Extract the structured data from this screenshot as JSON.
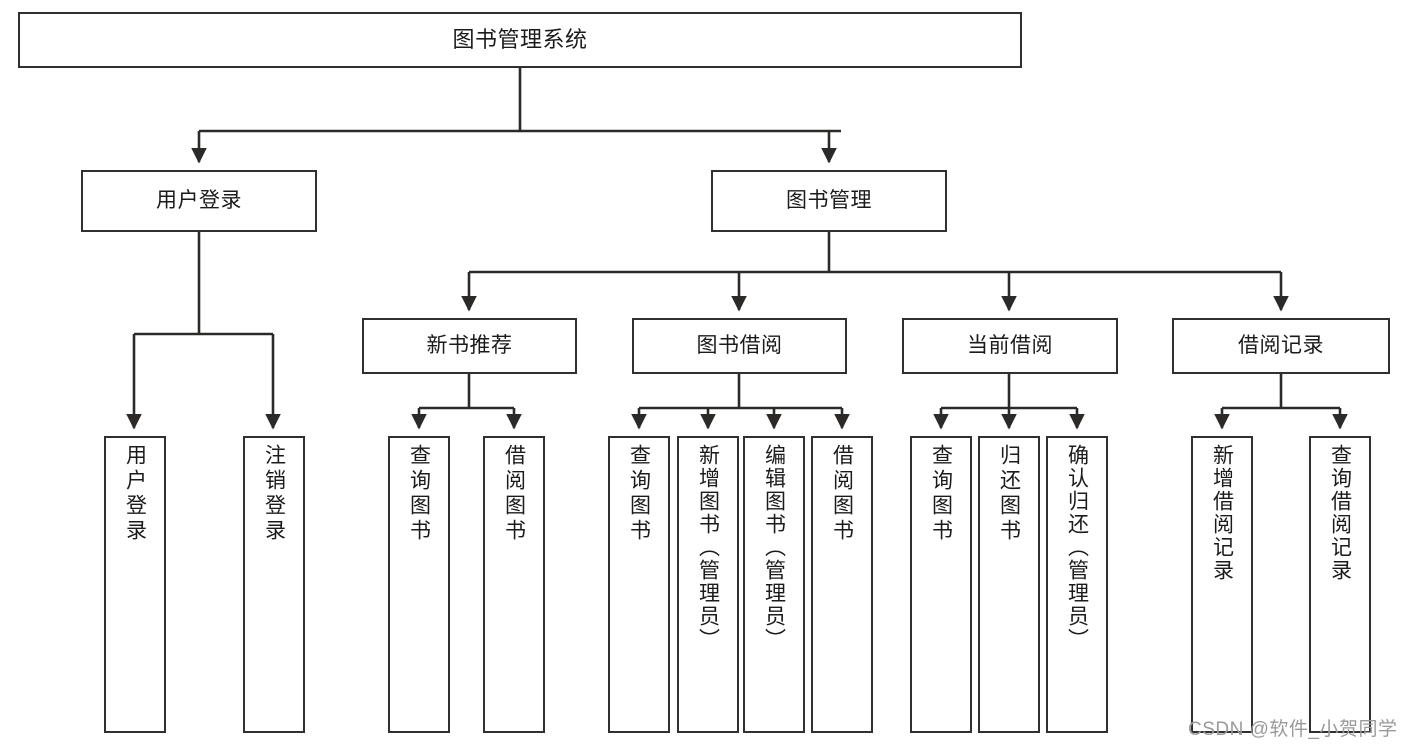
{
  "diagram": {
    "title": "图书管理系统",
    "type": "hierarchy-tree",
    "root": {
      "id": "root",
      "label": "图书管理系统"
    },
    "level2": [
      {
        "id": "user-login",
        "label": "用户登录"
      },
      {
        "id": "book-manage",
        "label": "图书管理"
      }
    ],
    "level3": [
      {
        "id": "new-book-recommend",
        "label": "新书推荐",
        "parent": "book-manage"
      },
      {
        "id": "book-borrow",
        "label": "图书借阅",
        "parent": "book-manage"
      },
      {
        "id": "current-borrow",
        "label": "当前借阅",
        "parent": "book-manage"
      },
      {
        "id": "borrow-record",
        "label": "借阅记录",
        "parent": "book-manage"
      }
    ],
    "leaves": [
      {
        "id": "leaf-user-login",
        "label": "用户登录",
        "parent": "user-login"
      },
      {
        "id": "leaf-logout-login",
        "label": "注销登录",
        "parent": "user-login"
      },
      {
        "id": "leaf-query-book-1",
        "label": "查询图书",
        "parent": "new-book-recommend"
      },
      {
        "id": "leaf-borrow-book-1",
        "label": "借阅图书",
        "parent": "new-book-recommend"
      },
      {
        "id": "leaf-query-book-2",
        "label": "查询图书",
        "parent": "book-borrow"
      },
      {
        "id": "leaf-add-book",
        "label": "新增图书（管理员）",
        "parent": "book-borrow"
      },
      {
        "id": "leaf-edit-book",
        "label": "编辑图书（管理员）",
        "parent": "book-borrow"
      },
      {
        "id": "leaf-borrow-book-2",
        "label": "借阅图书",
        "parent": "book-borrow"
      },
      {
        "id": "leaf-query-book-3",
        "label": "查询图书",
        "parent": "current-borrow"
      },
      {
        "id": "leaf-return-book",
        "label": "归还图书",
        "parent": "current-borrow"
      },
      {
        "id": "leaf-confirm-return",
        "label": "确认归还（管理员）",
        "parent": "current-borrow"
      },
      {
        "id": "leaf-add-record",
        "label": "新增借阅记录",
        "parent": "borrow-record"
      },
      {
        "id": "leaf-query-record",
        "label": "查询借阅记录",
        "parent": "borrow-record"
      }
    ],
    "colors": {
      "border": "#32302f",
      "background": "#ffffff",
      "text": "#1b1b1b",
      "connector": "#2b2a29",
      "watermark": "#9a9a9a"
    }
  },
  "watermark": {
    "text": "CSDN @软件_小贺同学"
  }
}
